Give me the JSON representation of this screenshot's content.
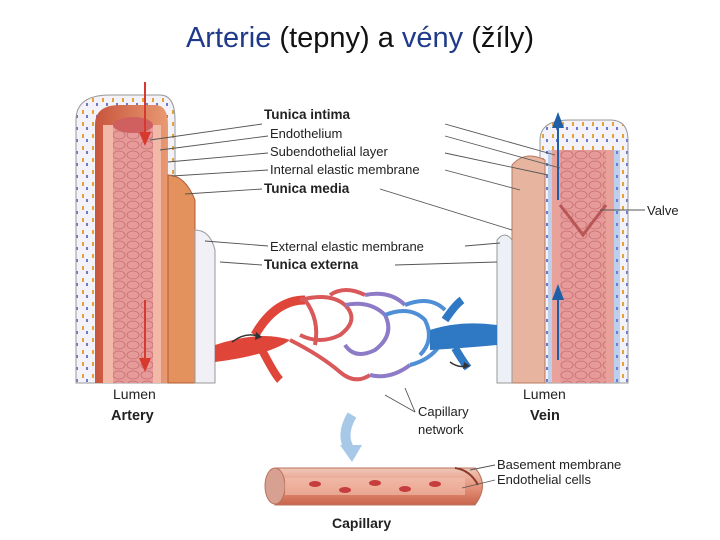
{
  "title": {
    "part1": "Arterie",
    "part2": " (tepny) a ",
    "part3": "vény",
    "part4": " (žíly)"
  },
  "labels": {
    "tunica_intima": "Tunica intima",
    "endothelium": "Endothelium",
    "subendothelial": "Subendothelial layer",
    "internal_elastic": "Internal elastic membrane",
    "tunica_media": "Tunica media",
    "external_elastic": "External elastic membrane",
    "tunica_externa": "Tunica externa",
    "valve": "Valve",
    "lumen_artery": "Lumen",
    "artery": "Artery",
    "lumen_vein": "Lumen",
    "vein": "Vein",
    "capillary_network_1": "Capillary",
    "capillary_network_2": "network",
    "basement_membrane": "Basement membrane",
    "endothelial_cells": "Endothelial cells",
    "capillary": "Capillary"
  },
  "colors": {
    "artery_red": "#e0453a",
    "vein_blue": "#2f78c4",
    "media": "#d9785a",
    "intima": "#f2b9a8",
    "externa": "#e9e9ef",
    "lumen": "#d97d7d"
  }
}
